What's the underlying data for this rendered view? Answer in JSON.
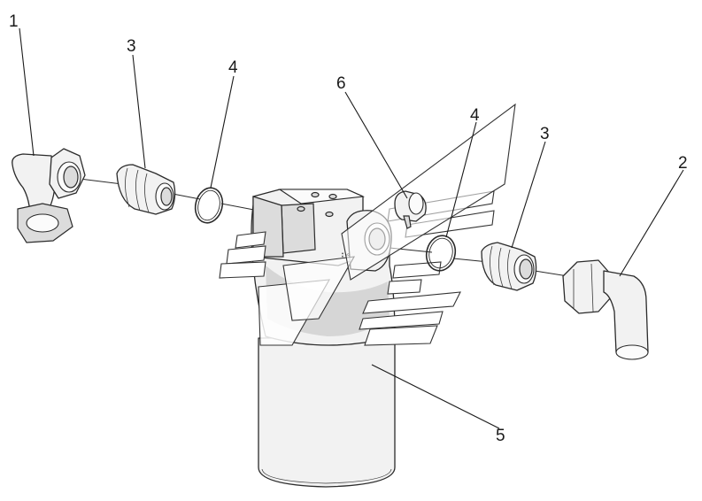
{
  "callouts": [
    {
      "id": "c1",
      "label": "1",
      "part": "elbow-fitting-left"
    },
    {
      "id": "c3a",
      "label": "3",
      "part": "adapter-left"
    },
    {
      "id": "c4a",
      "label": "4",
      "part": "o-ring-left"
    },
    {
      "id": "c6",
      "label": "6",
      "part": "plug"
    },
    {
      "id": "c4b",
      "label": "4",
      "part": "o-ring-right"
    },
    {
      "id": "c3b",
      "label": "3",
      "part": "adapter-right"
    },
    {
      "id": "c2",
      "label": "2",
      "part": "elbow-fitting-right"
    },
    {
      "id": "c5",
      "label": "5",
      "part": "filter-assembly"
    }
  ],
  "icons": {
    "watermark": "stylized-logo-mark"
  }
}
